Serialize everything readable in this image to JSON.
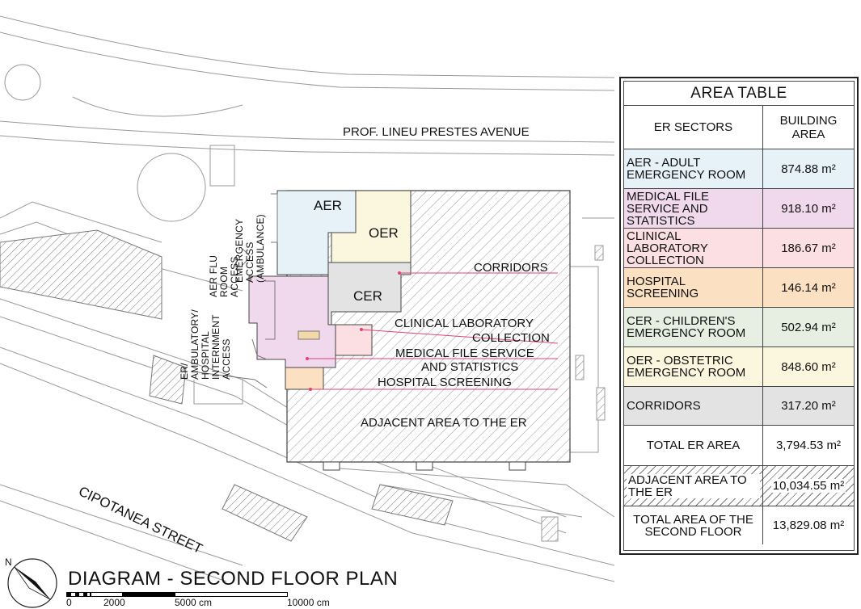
{
  "colors": {
    "aer": "#e6f1f8",
    "medical_file": "#f0d9ec",
    "clinical_lab": "#fbdfe2",
    "hospital_screening": "#fbe0c2",
    "cer": "#e6efe2",
    "oer": "#fbf7df",
    "corridors": "#e3e3e3",
    "leader": "#e2407a",
    "line": "#8a8a8a"
  },
  "map": {
    "street_labels": {
      "avenue": "PROF. LINEU PRESTES AVENUE",
      "street": "CIPOTANEA STREET"
    },
    "sector_labels": {
      "aer": "AER",
      "oer": "OER",
      "cer": "CER"
    },
    "callouts": {
      "corridors": "CORRIDORS",
      "clinical_lab_1": "CLINICAL LABORATORY",
      "clinical_lab_2": "COLLECTION",
      "medical_file_1": "MEDICAL FILE SERVICE",
      "medical_file_2": "AND STATISTICS",
      "hospital_screening": "HOSPITAL SCREENING",
      "adjacent": "ADJACENT AREA TO THE ER"
    },
    "access_labels": {
      "emergency_1": "EMERGENCY",
      "emergency_2": "ACCESS",
      "emergency_3": "(AMBULANCE)",
      "flu_1": "AER FLU",
      "flu_2": "ROOM",
      "flu_3": "ACCESS",
      "internment_1": "ER/",
      "internment_2": "AMBULATORY/",
      "internment_3": "HOSPITAL",
      "internment_4": "INTERNMENT",
      "internment_5": "ACCESS"
    },
    "north_label": "N"
  },
  "area_table": {
    "title": "AREA TABLE",
    "header": {
      "sector": "ER SECTORS",
      "area": "BUILDING AREA"
    },
    "rows": [
      {
        "sector": "AER - ADULT EMERGENCY ROOM",
        "area": "874.88 m²"
      },
      {
        "sector": "MEDICAL FILE SERVICE AND STATISTICS",
        "area": "918.10 m²"
      },
      {
        "sector": "CLINICAL LABORATORY COLLECTION",
        "area": "186.67 m²"
      },
      {
        "sector": "HOSPITAL SCREENING",
        "area": "146.14 m²"
      },
      {
        "sector": "CER - CHILDREN'S EMERGENCY ROOM",
        "area": "502.94 m²"
      },
      {
        "sector": "OER - OBSTETRIC EMERGENCY ROOM",
        "area": "848.60 m²"
      },
      {
        "sector": "CORRIDORS",
        "area": "317.20 m²"
      },
      {
        "sector": "TOTAL ER AREA",
        "area": "3,794.53 m²"
      },
      {
        "sector": "ADJACENT AREA TO THE ER",
        "area": "10,034.55 m²"
      },
      {
        "sector": "TOTAL AREA OF THE SECOND FLOOR",
        "area": "13,829.08 m²"
      }
    ]
  },
  "footer": {
    "title": "DIAGRAM - SECOND FLOOR PLAN",
    "scale_ticks": [
      "0",
      "2000",
      "5000 cm",
      "10000 cm"
    ]
  }
}
